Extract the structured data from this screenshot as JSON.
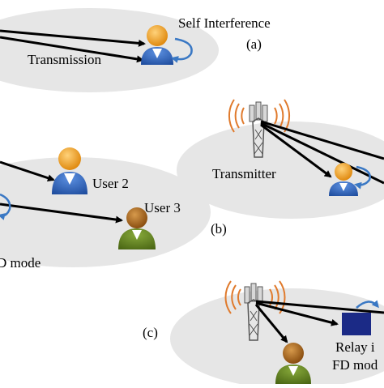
{
  "colors": {
    "ellipse": "#e6e6e6",
    "arrow": "#000000",
    "curl": "#3a78c4",
    "waves": "#e07a2c",
    "user_body": "#2f63b8",
    "user_head": "#f0a030",
    "user3_body": "#5d7d1c",
    "user3_head": "#b06a1a",
    "relay_box": "#1b2a86"
  },
  "panel_a": {
    "self_interference": "Self Interference",
    "caption": "(a)",
    "transmission": "Transmission"
  },
  "panel_b": {
    "caption": "(b)",
    "transmitter": "Transmitter",
    "user2": "User 2",
    "user3": "User 3",
    "mode_fragment": "D mode"
  },
  "panel_c": {
    "caption": "(c)",
    "relay_line1": "Relay i",
    "relay_line2": "FD mod"
  }
}
